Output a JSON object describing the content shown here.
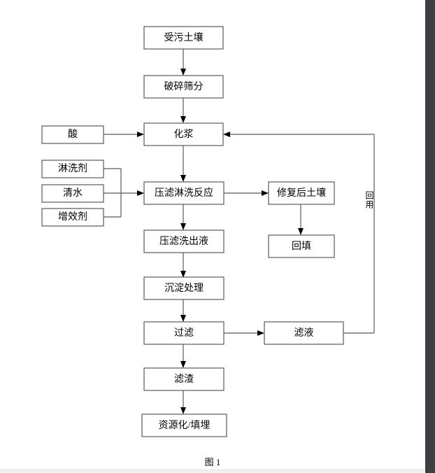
{
  "figure": {
    "caption": "图 1",
    "colors": {
      "box_stroke": "#595959",
      "line": "#595959",
      "text": "#000000",
      "background": "#ffffff",
      "page_edge": "#3c4043"
    }
  },
  "nodes": {
    "contaminated_soil": "受污土壤",
    "crush_screen": "破碎筛分",
    "slurry": "化浆",
    "press_wash_reaction": "压滤淋洗反应",
    "press_wash_effluent": "压滤洗出液",
    "precipitation": "沉淀处理",
    "filtration": "过滤",
    "filter_residue": "滤渣",
    "resource_landfill": "资源化/填埋",
    "acid": "酸",
    "washing_agent": "淋洗剂",
    "clean_water": "清水",
    "enhancer": "增效剂",
    "remediated_soil": "修复后土壤",
    "backfill": "回填",
    "filtrate": "滤液"
  },
  "edge_labels": {
    "recycle": "回用"
  }
}
